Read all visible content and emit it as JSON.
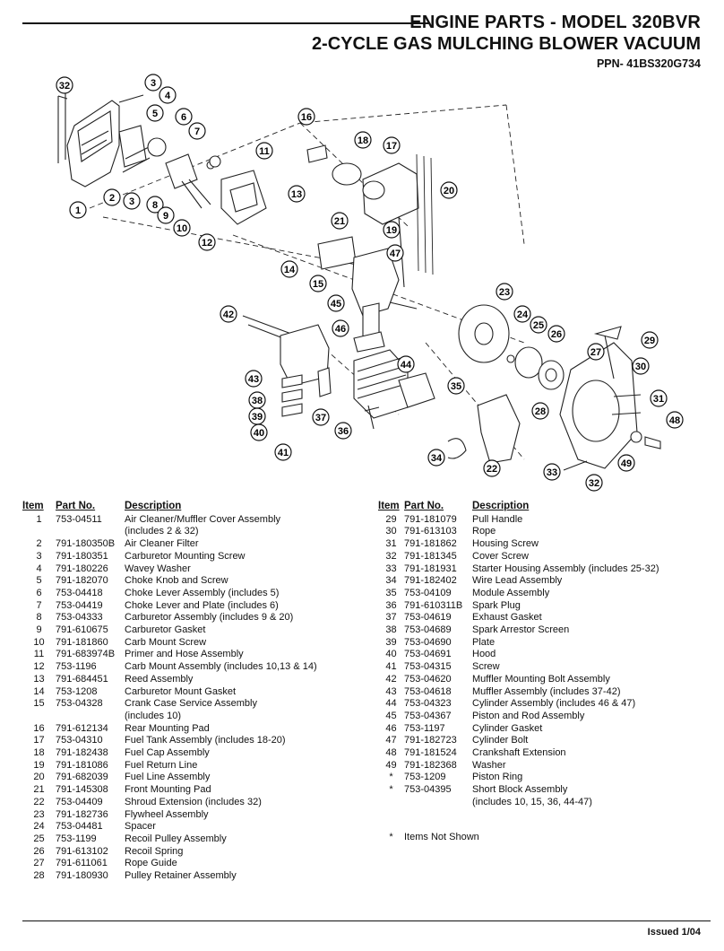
{
  "header": {
    "title_line1": "ENGINE PARTS - MODEL 320BVR",
    "title_line2": "2-CYCLE GAS MULCHING BLOWER VACUUM",
    "ppn": "PPN- 41BS320G734"
  },
  "diagram": {
    "callouts": [
      "32",
      "3",
      "4",
      "5",
      "6",
      "7",
      "1",
      "2",
      "3",
      "8",
      "9",
      "10",
      "11",
      "12",
      "13",
      "16",
      "18",
      "17",
      "20",
      "19",
      "21",
      "47",
      "14",
      "15",
      "45",
      "42",
      "46",
      "44",
      "43",
      "38",
      "39",
      "40",
      "41",
      "37",
      "36",
      "35",
      "34",
      "22",
      "23",
      "24",
      "25",
      "26",
      "27",
      "28",
      "29",
      "30",
      "31",
      "33",
      "49",
      "48",
      "32"
    ]
  },
  "table_headers": {
    "item": "Item",
    "part_no": "Part No.",
    "description": "Description"
  },
  "parts_left": [
    {
      "item": "1",
      "part": "753-04511",
      "desc": "Air Cleaner/Muffler Cover Assembly"
    },
    {
      "item": "",
      "part": "",
      "desc": "(includes 2 & 32)"
    },
    {
      "item": "2",
      "part": "791-180350B",
      "desc": "Air Cleaner Filter"
    },
    {
      "item": "3",
      "part": "791-180351",
      "desc": "Carburetor Mounting Screw"
    },
    {
      "item": "4",
      "part": "791-180226",
      "desc": "Wavey Washer"
    },
    {
      "item": "5",
      "part": "791-182070",
      "desc": "Choke Knob and Screw"
    },
    {
      "item": "6",
      "part": "753-04418",
      "desc": "Choke Lever Assembly (includes 5)"
    },
    {
      "item": "7",
      "part": "753-04419",
      "desc": "Choke Lever and Plate (includes 6)"
    },
    {
      "item": "8",
      "part": "753-04333",
      "desc": "Carburetor Assembly (includes 9 & 20)"
    },
    {
      "item": "9",
      "part": "791-610675",
      "desc": "Carburetor Gasket"
    },
    {
      "item": "10",
      "part": "791-181860",
      "desc": "Carb Mount Screw"
    },
    {
      "item": "11",
      "part": "791-683974B",
      "desc": "Primer and Hose Assembly"
    },
    {
      "item": "12",
      "part": "753-1196",
      "desc": "Carb Mount Assembly (includes 10,13 & 14)"
    },
    {
      "item": "13",
      "part": "791-684451",
      "desc": "Reed Assembly"
    },
    {
      "item": "14",
      "part": "753-1208",
      "desc": "Carburetor Mount Gasket"
    },
    {
      "item": "15",
      "part": "753-04328",
      "desc": "Crank Case Service Assembly"
    },
    {
      "item": "",
      "part": "",
      "desc": "(includes 10)"
    },
    {
      "item": "16",
      "part": "791-612134",
      "desc": "Rear Mounting Pad"
    },
    {
      "item": "17",
      "part": "753-04310",
      "desc": "Fuel Tank Assembly (includes 18-20)"
    },
    {
      "item": "18",
      "part": "791-182438",
      "desc": "Fuel Cap Assembly"
    },
    {
      "item": "19",
      "part": "791-181086",
      "desc": "Fuel Return Line"
    },
    {
      "item": "20",
      "part": "791-682039",
      "desc": "Fuel Line Assembly"
    },
    {
      "item": "21",
      "part": "791-145308",
      "desc": "Front Mounting Pad"
    },
    {
      "item": "22",
      "part": "753-04409",
      "desc": "Shroud Extension (includes 32)"
    },
    {
      "item": "23",
      "part": "791-182736",
      "desc": "Flywheel Assembly"
    },
    {
      "item": "24",
      "part": "753-04481",
      "desc": "Spacer"
    },
    {
      "item": "25",
      "part": "753-1199",
      "desc": "Recoil Pulley Assembly"
    },
    {
      "item": "26",
      "part": "791-613102",
      "desc": "Recoil Spring"
    },
    {
      "item": "27",
      "part": "791-611061",
      "desc": "Rope Guide"
    },
    {
      "item": "28",
      "part": "791-180930",
      "desc": "Pulley Retainer Assembly"
    }
  ],
  "parts_right": [
    {
      "item": "29",
      "part": "791-181079",
      "desc": "Pull Handle"
    },
    {
      "item": "30",
      "part": "791-613103",
      "desc": "Rope"
    },
    {
      "item": "31",
      "part": "791-181862",
      "desc": "Housing Screw"
    },
    {
      "item": "32",
      "part": "791-181345",
      "desc": "Cover Screw"
    },
    {
      "item": "33",
      "part": "791-181931",
      "desc": "Starter Housing Assembly (includes 25-32)"
    },
    {
      "item": "34",
      "part": "791-182402",
      "desc": "Wire Lead Assembly"
    },
    {
      "item": "35",
      "part": "753-04109",
      "desc": "Module Assembly"
    },
    {
      "item": "36",
      "part": "791-610311B",
      "desc": "Spark Plug"
    },
    {
      "item": "37",
      "part": "753-04619",
      "desc": "Exhaust Gasket"
    },
    {
      "item": "38",
      "part": "753-04689",
      "desc": "Spark Arrestor Screen"
    },
    {
      "item": "39",
      "part": "753-04690",
      "desc": "Plate"
    },
    {
      "item": "40",
      "part": "753-04691",
      "desc": "Hood"
    },
    {
      "item": "41",
      "part": "753-04315",
      "desc": "Screw"
    },
    {
      "item": "42",
      "part": "753-04620",
      "desc": "Muffler Mounting Bolt Assembly"
    },
    {
      "item": "43",
      "part": "753-04618",
      "desc": "Muffler Assembly (includes 37-42)"
    },
    {
      "item": "44",
      "part": "753-04323",
      "desc": "Cylinder Assembly (includes 46 & 47)"
    },
    {
      "item": "45",
      "part": "753-04367",
      "desc": "Piston and Rod Assembly"
    },
    {
      "item": "46",
      "part": "753-1197",
      "desc": "Cylinder Gasket"
    },
    {
      "item": "47",
      "part": "791-182723",
      "desc": "Cylinder Bolt"
    },
    {
      "item": "48",
      "part": "791-181524",
      "desc": "Crankshaft Extension"
    },
    {
      "item": "49",
      "part": "791-182368",
      "desc": "Washer"
    },
    {
      "item": "*",
      "part": "753-1209",
      "desc": "Piston Ring"
    },
    {
      "item": "*",
      "part": "753-04395",
      "desc": "Short Block Assembly"
    },
    {
      "item": "",
      "part": "",
      "desc": "(includes 10, 15, 36, 44-47)"
    }
  ],
  "note": {
    "symbol": "*",
    "text": "Items Not Shown"
  },
  "footer": {
    "issued": "Issued 1/04"
  }
}
